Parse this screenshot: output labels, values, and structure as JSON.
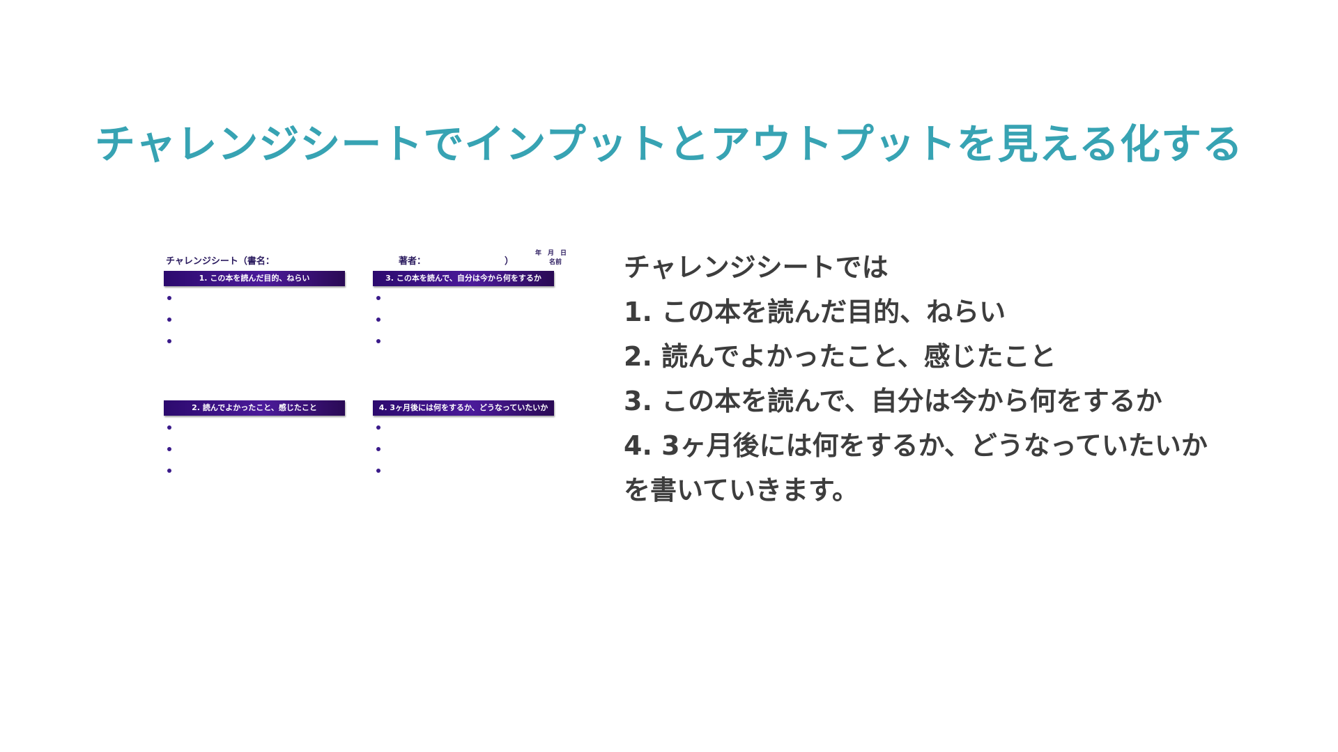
{
  "title": "チャレンジシートでインプットとアウトプットを見える化する",
  "sheet": {
    "title_label": "チャレンジシート（書名：",
    "author_label": "著者：",
    "close_paren": "）",
    "date_label": "年　月　日",
    "name_label": "名前",
    "sections": [
      {
        "label": "1. この本を読んだ目的、ねらい",
        "bullets": 3
      },
      {
        "label": "3. この本を読んで、自分は今から何をするか",
        "bullets": 3
      },
      {
        "label": "2. 読んでよかったこと、感じたこと",
        "bullets": 3
      },
      {
        "label": "4. 3ヶ月後には何をするか、どうなっていたいか",
        "bullets": 3
      }
    ]
  },
  "body": {
    "lines": [
      "チャレンジシートでは",
      "1. この本を読んだ目的、ねらい",
      "2. 読んでよかったこと、感じたこと",
      "3. この本を読んで、自分は今から何をするか",
      "4. 3ヶ月後には何をするか、どうなっていたいか",
      "を書いていきます。"
    ]
  },
  "colors": {
    "title": "#37a3b3",
    "body_text": "#3d3d3d",
    "sheet_bar": "#3a1084",
    "sheet_text": "#2a1a5e"
  }
}
